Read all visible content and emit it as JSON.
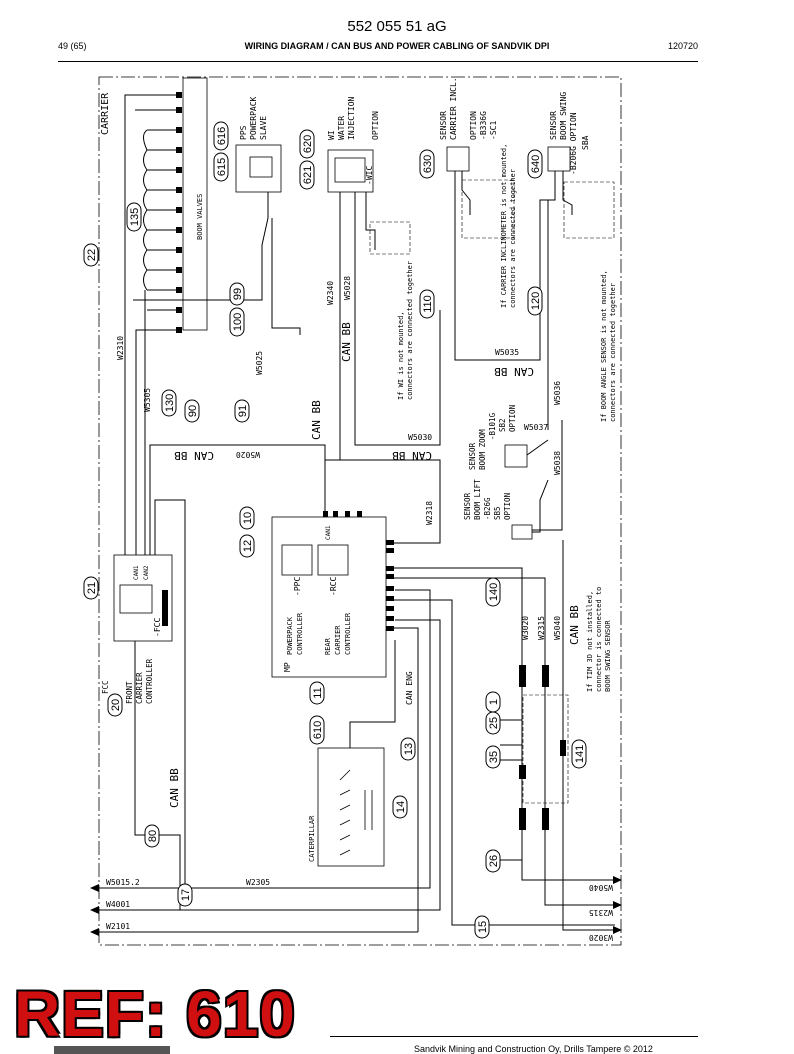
{
  "header": {
    "doc_number": "552 055 51 aG",
    "page": "49 (65)",
    "title": "WIRING DIAGRAM / CAN BUS AND POWER CABLING OF SANDVIK DPI",
    "date": "120720"
  },
  "diagram": {
    "frame_label": "CARRIER",
    "blocks": {
      "boom_valves": "BOOM VALVES",
      "pps_lines": [
        "PPS",
        "POWERPACK",
        "SLAVE"
      ],
      "wi_lines": [
        "WI",
        "WATER",
        "INJECTION",
        "OPTION"
      ],
      "wic": "-WIC",
      "sensor_carrier_lines": [
        "SENSOR",
        "CARRIER INCL.",
        "OPTION",
        "-B336G",
        "-SC1"
      ],
      "sensor_boom_swing_lines": [
        "SENSOR",
        "BOOM SWING",
        "-B206G OPTION",
        "SBA"
      ],
      "sensor_boom_zoom_lines": [
        "SENSOR",
        "BOOM ZOOM",
        "-B101G",
        "SB2",
        "OPTION"
      ],
      "sensor_boom_lift_lines": [
        "SENSOR",
        "BOOM LIFT",
        "-B26G",
        "SB5",
        "OPTION"
      ],
      "fcc_lines": [
        "FCC",
        "FRONT",
        "CARRIER",
        "CONTROLLER"
      ],
      "fcc_tag": "-FCC",
      "mp_label": "MP",
      "powerpack_lines": [
        "POWERPACK",
        "CONTROLLER"
      ],
      "ppc_tag": "-PPC",
      "rear_lines": [
        "REAR",
        "CARRIER",
        "CONTROLLER"
      ],
      "rcc_tag": "-RCC",
      "caterpillar": "CATERPILLAR",
      "can1": "CAN1",
      "can2": "CAN2",
      "can_eng": "CAN ENG"
    },
    "notes": {
      "wi_note": [
        "If WI is not mounted,",
        "connectors are connected together"
      ],
      "inclinometer_note": [
        "If CARRIER INCLINOMETER is not mounted,",
        "connectors are connected together"
      ],
      "boom_angle_note": [
        "If BOOM ANGLE SENSOR is not mounted,",
        "connectors are connected together"
      ],
      "tim_note": [
        "If TIM 3D not installed,",
        "connector is connected to",
        "BOOM SWING SENSOR"
      ]
    },
    "bus_labels": [
      "CAN BB",
      "CAN BB",
      "CAN BB",
      "CAN BB",
      "CAN BB",
      "CAN BB"
    ],
    "wires": {
      "w2310": "W2310",
      "w5305": "W5305",
      "w5025": "W5025",
      "w5020": "W5020",
      "w2340": "W2340",
      "w5028": "W5028",
      "w5030": "W5030",
      "w5035": "W5035",
      "w5036": "W5036",
      "w5037": "W5037",
      "w5038": "W5038",
      "w2318": "W2318",
      "w3020": "W3020",
      "w2315": "W2315",
      "w5040": "W5040",
      "w5015_2": "W5015.2",
      "w2305": "W2305",
      "w4001": "W4001",
      "w2101": "W2101",
      "r_w5040": "W5040",
      "r_w2315": "W2315",
      "r_w3020": "W3020"
    },
    "callouts": {
      "c1": "1",
      "c10": "10",
      "c11": "11",
      "c12": "12",
      "c13": "13",
      "c14": "14",
      "c15": "15",
      "c17": "17",
      "c20": "20",
      "c21": "21",
      "c22": "22",
      "c25": "25",
      "c26": "26",
      "c35": "35",
      "c80": "80",
      "c90": "90",
      "c91": "91",
      "c99": "99",
      "c100": "100",
      "c110": "110",
      "c120": "120",
      "c130": "130",
      "c135": "135",
      "c140": "140",
      "c141": "141",
      "c610": "610",
      "c615": "615",
      "c616": "616",
      "c620": "620",
      "c621": "621",
      "c630": "630",
      "c640": "640"
    }
  },
  "stamp": {
    "text": "REF: 610",
    "color": "#d01010"
  },
  "footer": {
    "text": "Sandvik Mining and Construction Oy, Drills Tampere © 2012"
  }
}
